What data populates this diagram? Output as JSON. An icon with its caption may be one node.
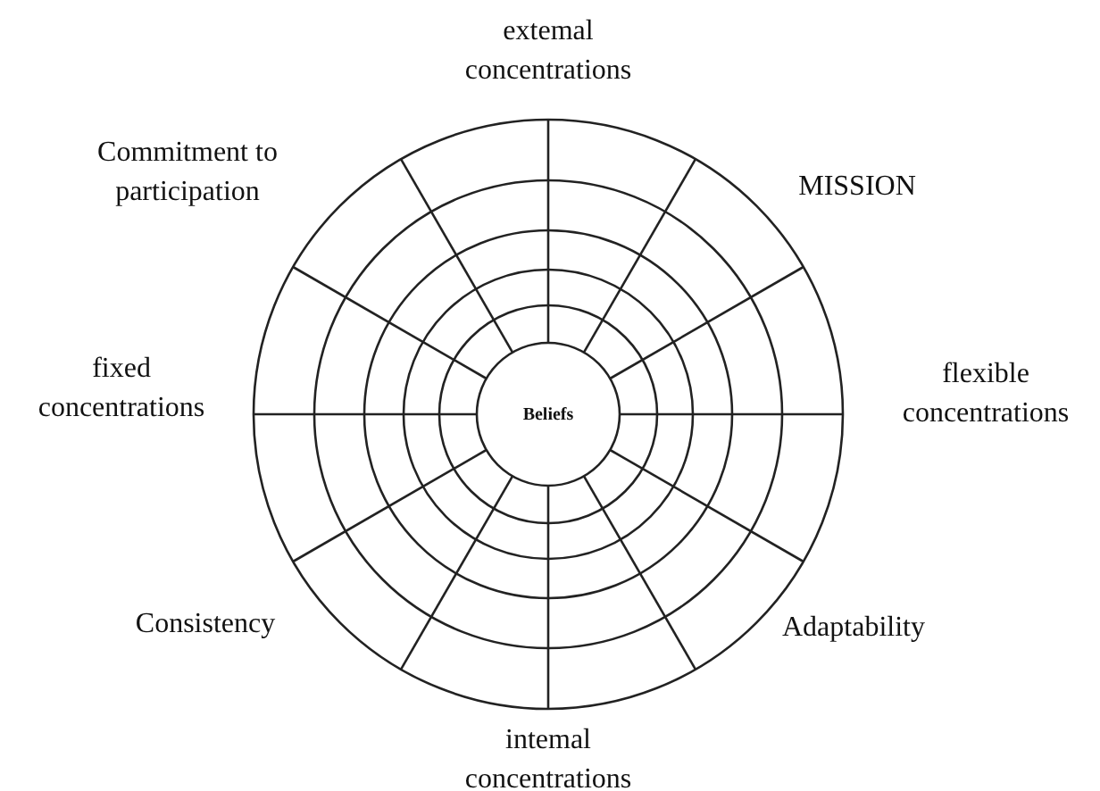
{
  "diagram": {
    "nodes": [
      {
        "text": [
          "Beliefs"
        ]
      }
    ],
    "labels": [
      "extemal concentrations",
      "Commitment to participation",
      "MISSION",
      "fixed concentrations",
      "flexible concentrations",
      "Consistency",
      "Adaptability",
      "intemal concentrations"
    ]
  }
}
